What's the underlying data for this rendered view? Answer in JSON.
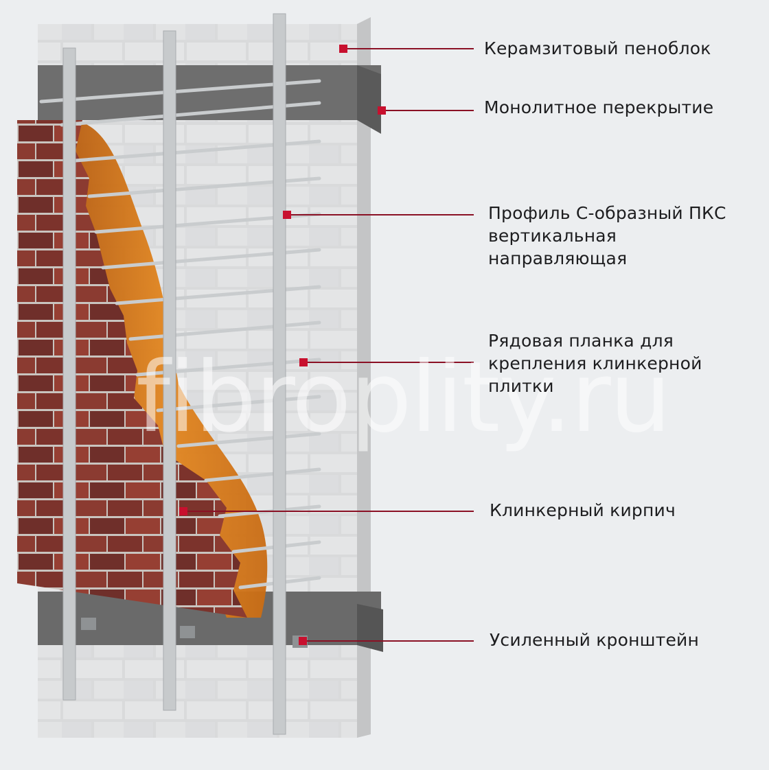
{
  "labels": {
    "keramzit": "Керамзитовый пеноблок",
    "monolit": "Монолитное перекрытие",
    "profile": [
      "Профиль С-образный ПКС",
      "вертикальная",
      "направляющая"
    ],
    "planka": [
      "Рядовая планка для",
      "крепления клинкерной",
      "плитки"
    ],
    "brick": "Клинкерный кирпич",
    "bracket": "Усиленный кронштейн"
  },
  "watermark": "fibroplity.ru",
  "colors": {
    "background": "#eceef0",
    "marker": "#c8102e",
    "leader_line": "#8a1024",
    "block_light": "#d9d9d9",
    "concrete_slab": "#6b6b6b",
    "brick": "#8a3a30",
    "insulation": "#d67a18",
    "metal_profile": "#c9ccce"
  }
}
